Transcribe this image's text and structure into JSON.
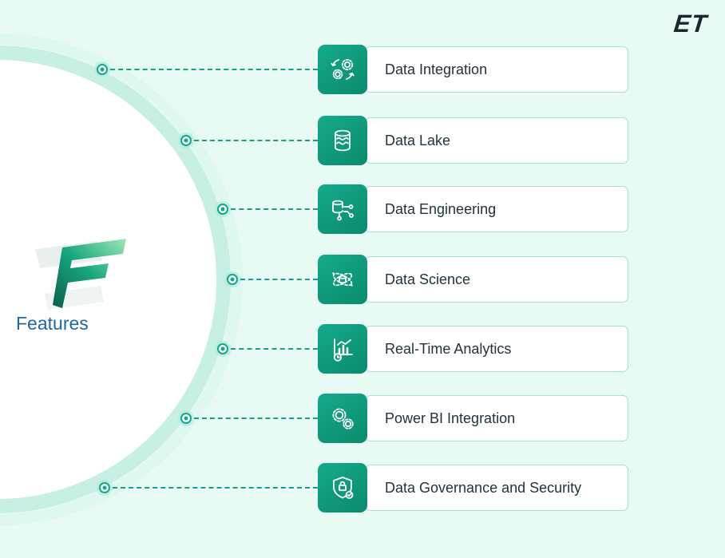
{
  "brand": {
    "logo_text": "ET"
  },
  "hub": {
    "label": "Features",
    "logo": "microsoft-fabric-logo"
  },
  "features": [
    {
      "label": "Data Integration",
      "icon": "data-integration-icon"
    },
    {
      "label": "Data Lake",
      "icon": "data-lake-icon"
    },
    {
      "label": "Data Engineering",
      "icon": "data-engineering-icon"
    },
    {
      "label": "Data Science",
      "icon": "data-science-icon"
    },
    {
      "label": "Real-Time Analytics",
      "icon": "real-time-analytics-icon"
    },
    {
      "label": "Power BI Integration",
      "icon": "power-bi-integration-icon"
    },
    {
      "label": "Data Governance and Security",
      "icon": "data-governance-security-icon"
    }
  ],
  "colors": {
    "background": "#e8faf4",
    "icon_box": "#0f977b",
    "card_border": "#a3e2d4",
    "connector": "#15a089",
    "hub_label_blue": "#2066a2",
    "brand_dark": "#1b2631"
  }
}
